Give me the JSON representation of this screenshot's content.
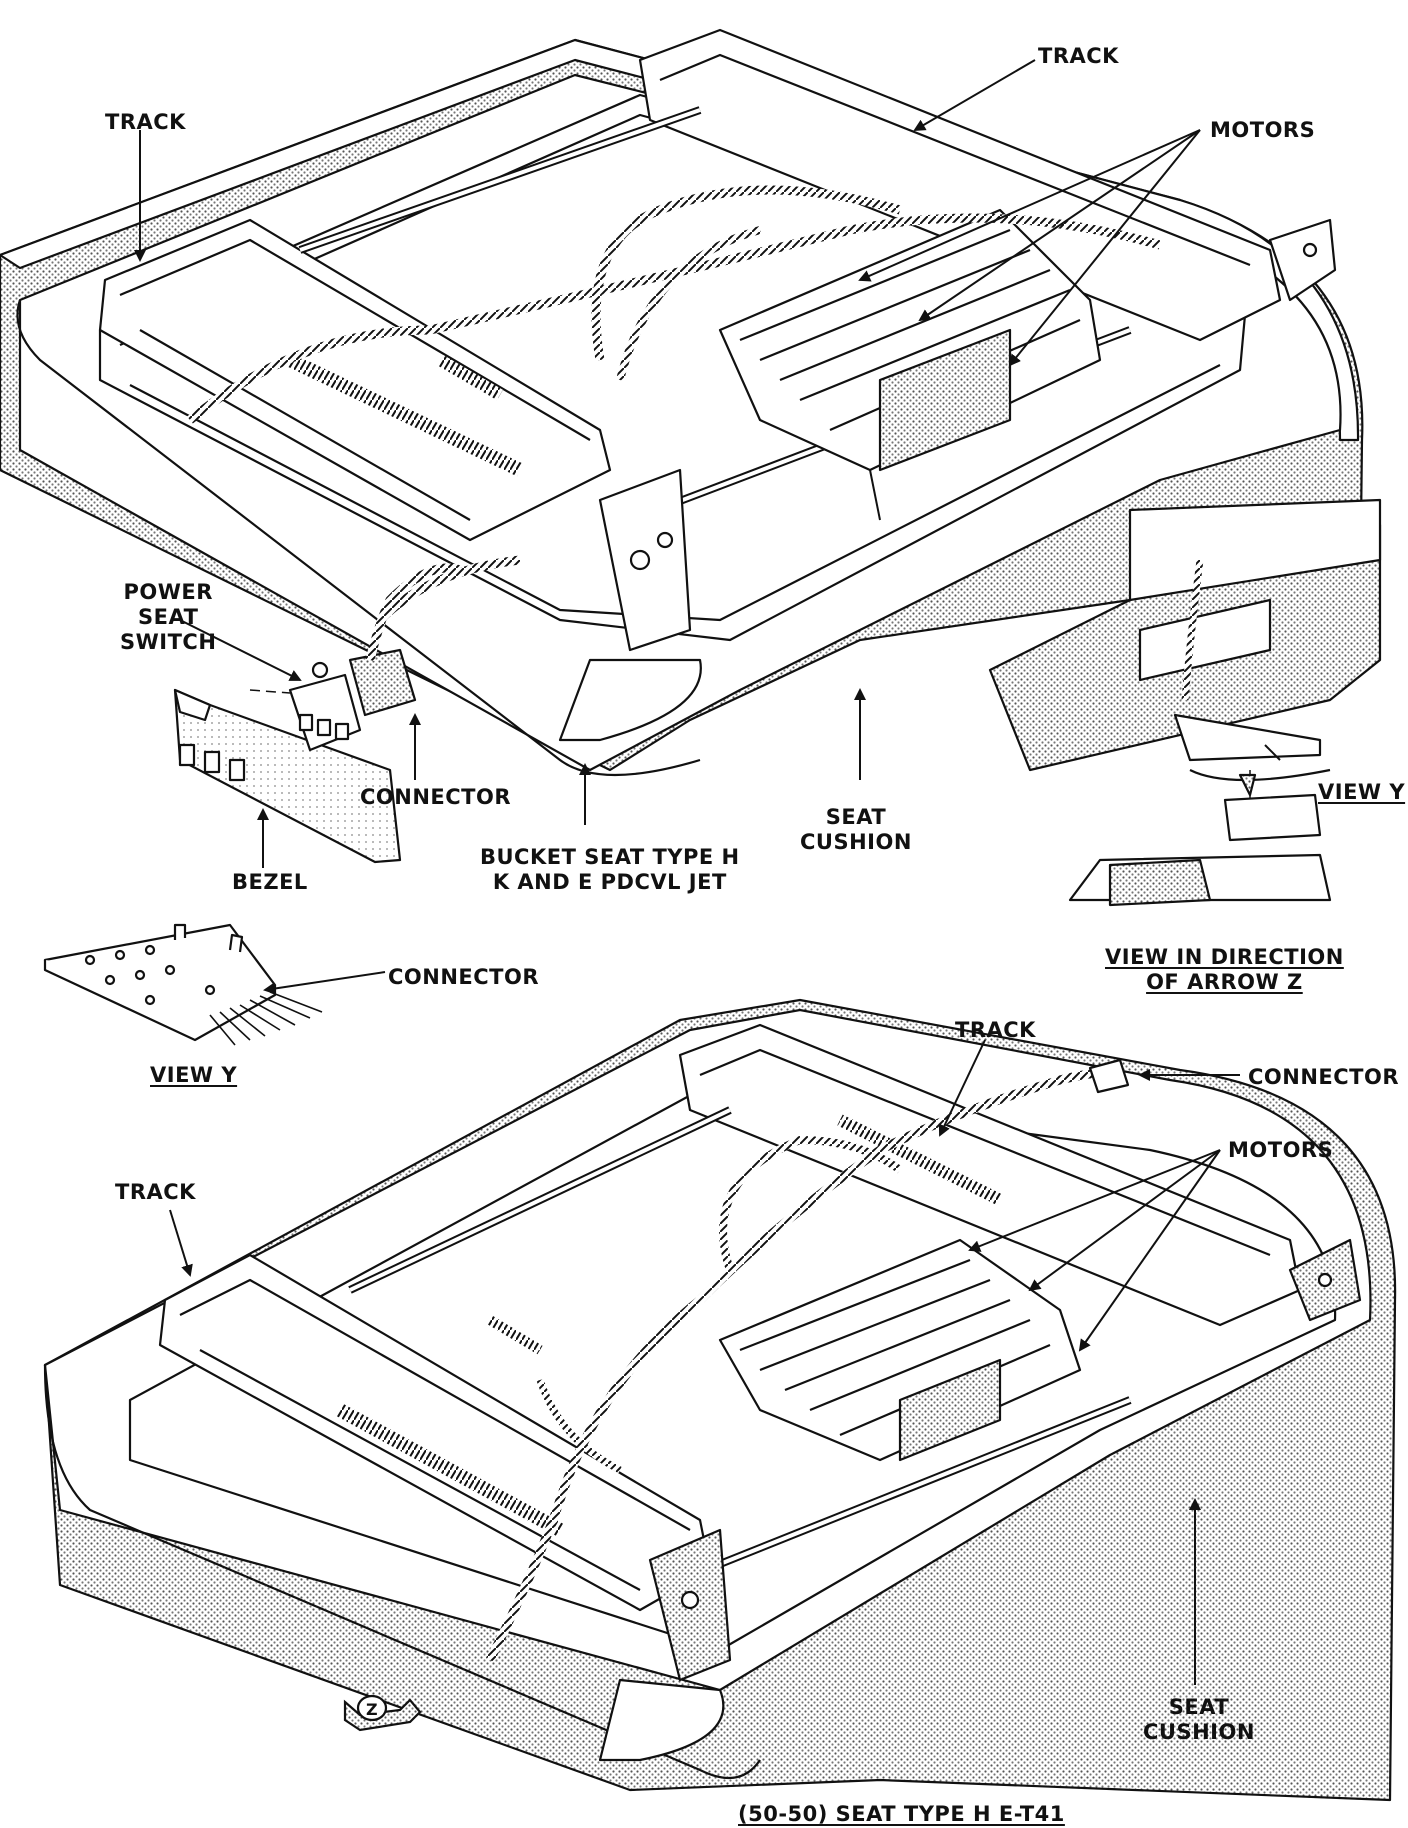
{
  "labels": {
    "track_top_right": "TRACK",
    "track_top_left": "TRACK",
    "motors_top": "MOTORS",
    "power_seat_switch": [
      "POWER",
      "SEAT",
      "SWITCH"
    ],
    "connector_mid": "CONNECTOR",
    "bezel": "BEZEL",
    "bucket_seat_caption": [
      "BUCKET SEAT TYPE H",
      "K AND E PDCVL JET"
    ],
    "seat_cushion_top": [
      "SEAT",
      "CUSHION"
    ],
    "view_y_right": "VIEW Y",
    "view_in_direction": [
      "VIEW IN DIRECTION",
      "OF ARROW Z"
    ],
    "connector_left": "CONNECTOR",
    "view_y_left": "VIEW Y",
    "track_bottom_right": "TRACK",
    "connector_bottom_right": "CONNECTOR",
    "motors_bottom": "MOTORS",
    "track_bottom_left": "TRACK",
    "seat_cushion_bottom": [
      "SEAT",
      "CUSHION"
    ],
    "arrow_z": "Z",
    "bottom_caption": "(50-50) SEAT TYPE H E-T41"
  }
}
